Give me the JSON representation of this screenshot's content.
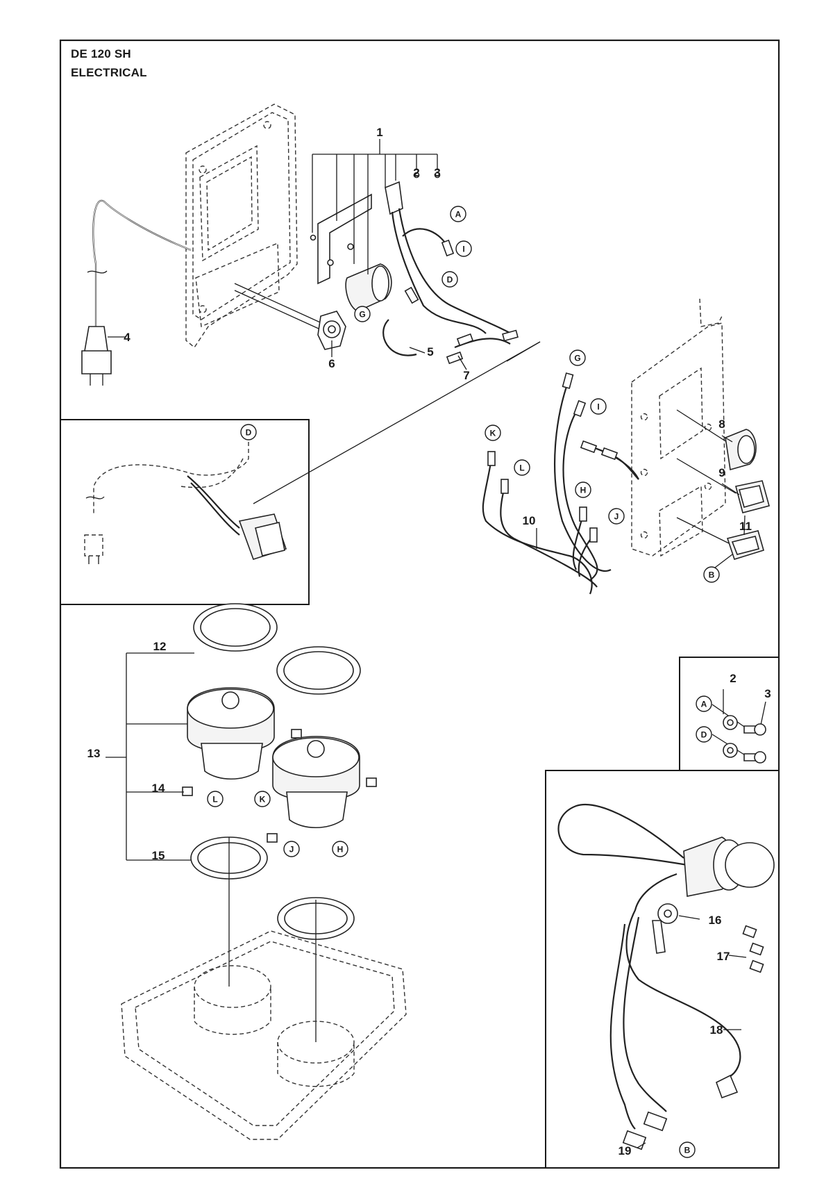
{
  "title": {
    "model": "DE 120 SH",
    "section": "ELECTRICAL"
  },
  "part_numbers": [
    "1",
    "2",
    "3",
    "4",
    "5",
    "6",
    "7",
    "8",
    "9",
    "10",
    "11",
    "12",
    "13",
    "14",
    "15",
    "16",
    "17",
    "18",
    "19"
  ],
  "inset_numbers": [
    "2",
    "3"
  ],
  "connectors": [
    "A",
    "B",
    "D",
    "G",
    "H",
    "I",
    "J",
    "K",
    "L"
  ],
  "colors": {
    "line": "#1a1a1a",
    "background": "#ffffff"
  }
}
